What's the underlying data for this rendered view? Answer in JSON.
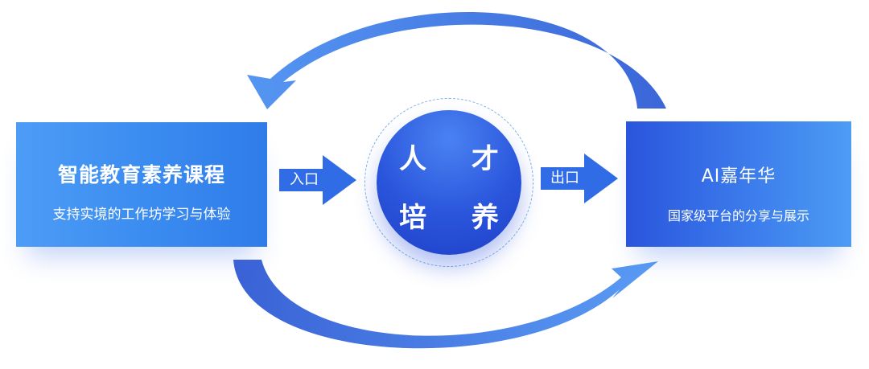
{
  "left_box": {
    "title": "智能教育素养课程",
    "subtitle": "支持实境的工作坊学习与体验"
  },
  "right_box": {
    "title": "AI嘉年华",
    "subtitle": "国家级平台的分享与展示"
  },
  "center": {
    "line1": "人 才",
    "line2": "培 养"
  },
  "entry_label": "入口",
  "exit_label": "出口",
  "colors": {
    "accent_dark": "#2a52dc",
    "accent_light": "#4d9cf6",
    "arrow_blue": "#3f7fe8"
  }
}
